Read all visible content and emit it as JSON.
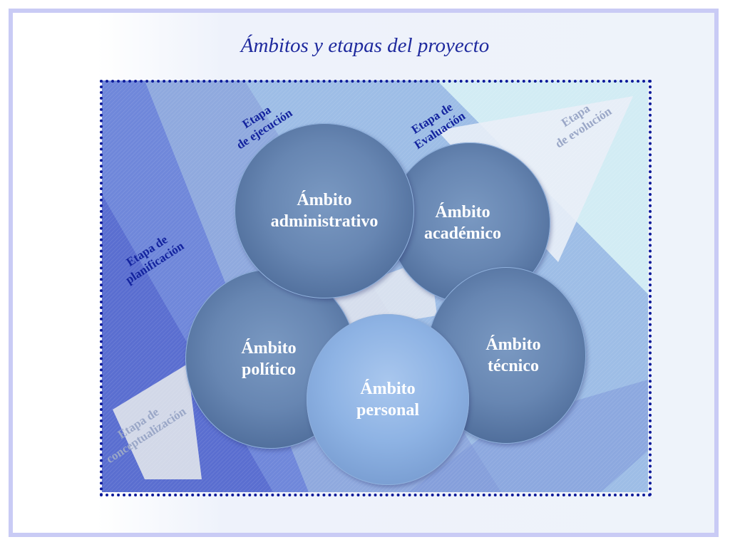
{
  "title": "Ámbitos y etapas del proyecto",
  "stages": [
    {
      "id": "ejecucion",
      "line1": "Etapa",
      "line2": "de ejecución"
    },
    {
      "id": "evaluacion",
      "line1": "Etapa de",
      "line2": "Evaluación"
    },
    {
      "id": "evolucion",
      "line1": "Etapa",
      "line2": "de evolución"
    },
    {
      "id": "planificacion",
      "line1": "Etapa de",
      "line2": "planificación"
    },
    {
      "id": "conceptualizacion",
      "line1": "Etapa de",
      "line2": "conceptualización"
    }
  ],
  "circles": [
    {
      "id": "administrativo",
      "label": "Ámbito\nadministrativo"
    },
    {
      "id": "academico",
      "label": "Ámbito\nacadémico"
    },
    {
      "id": "politico",
      "label": "Ámbito\npolítico"
    },
    {
      "id": "tecnico",
      "label": "Ámbito\ntécnico"
    },
    {
      "id": "personal",
      "label": "Ámbito\npersonal"
    }
  ],
  "colors": {
    "title": "#1f2a9e",
    "stage_text": "#13239e",
    "stage_text_faint": "#9aa7c7",
    "frame": "#c9cbf5",
    "dots": "#0d1a9a"
  }
}
